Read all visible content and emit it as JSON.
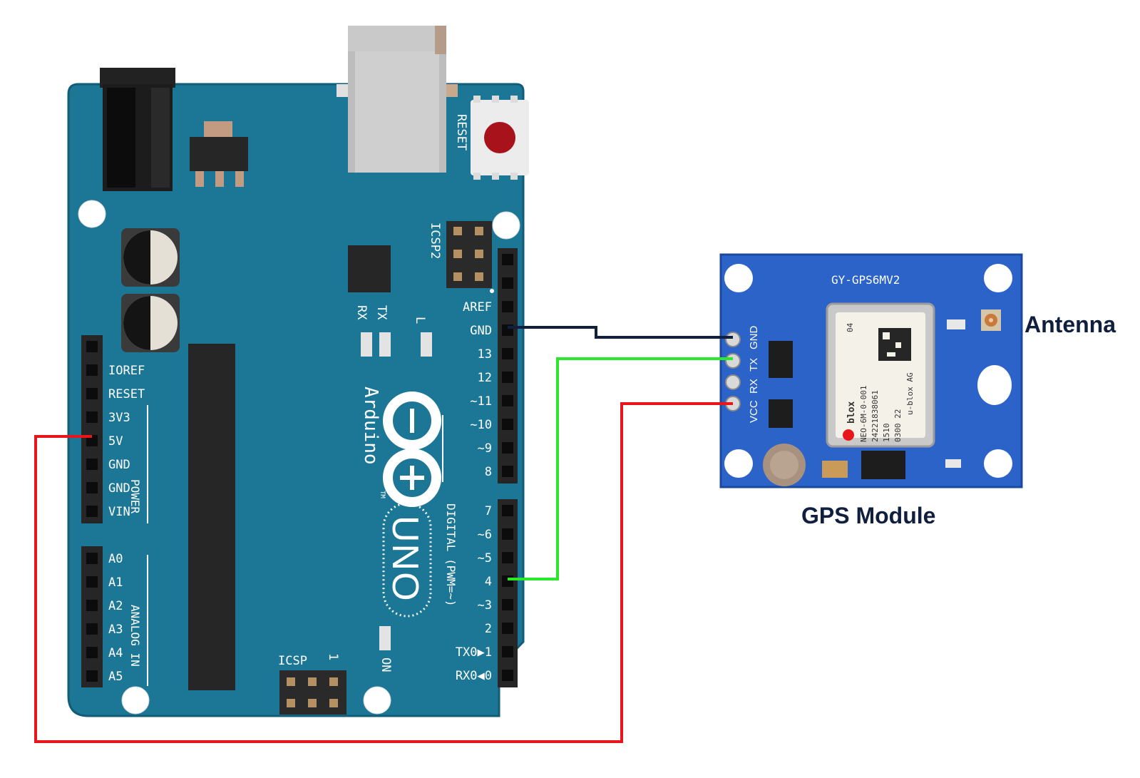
{
  "colors": {
    "board": "#1c7796",
    "board_edge": "#125c77",
    "gps_board": "#2c63c9",
    "wire_gnd": "#0f1f3d",
    "wire_tx": "#2ce82c",
    "wire_vcc": "#e8161b"
  },
  "arduino": {
    "reset_label": "RESET",
    "icsp2_label": "ICSP2",
    "icsp_label": "ICSP",
    "icsp_pin1": "1",
    "tx_label": "TX",
    "rx_label": "RX",
    "l_label": "L",
    "on_label": "ON",
    "brand": "Arduino",
    "tm": "TM",
    "model": "UNO",
    "digital_label": "DIGITAL (PWM=~)",
    "power_label": "POWER",
    "analog_label": "ANALOG IN",
    "digital_top_pins": [
      "AREF",
      "GND",
      "13",
      "12",
      "~11",
      "~10",
      "~9",
      "8"
    ],
    "digital_bottom_pins": [
      "7",
      "~6",
      "~5",
      "4",
      "~3",
      "2",
      "TX0▶1",
      "RX0◀0"
    ],
    "power_pins": [
      "IOREF",
      "RESET",
      "3V3",
      "5V",
      "GND",
      "GND",
      "VIN"
    ],
    "analog_pins": [
      "A0",
      "A1",
      "A2",
      "A3",
      "A4",
      "A5"
    ]
  },
  "gps": {
    "board_title": "GY-GPS6MV2",
    "pin_labels": [
      "GND",
      "TX",
      "RX",
      "VCC"
    ],
    "chip_lines": [
      "NEO-6M-0-001",
      "24221838061",
      "1510",
      "0300 22"
    ],
    "chip_brand": "blox",
    "chip_vendor": "u-blox AG",
    "chip_code": "04",
    "caption": "GPS Module",
    "antenna_label": "Antenna"
  }
}
